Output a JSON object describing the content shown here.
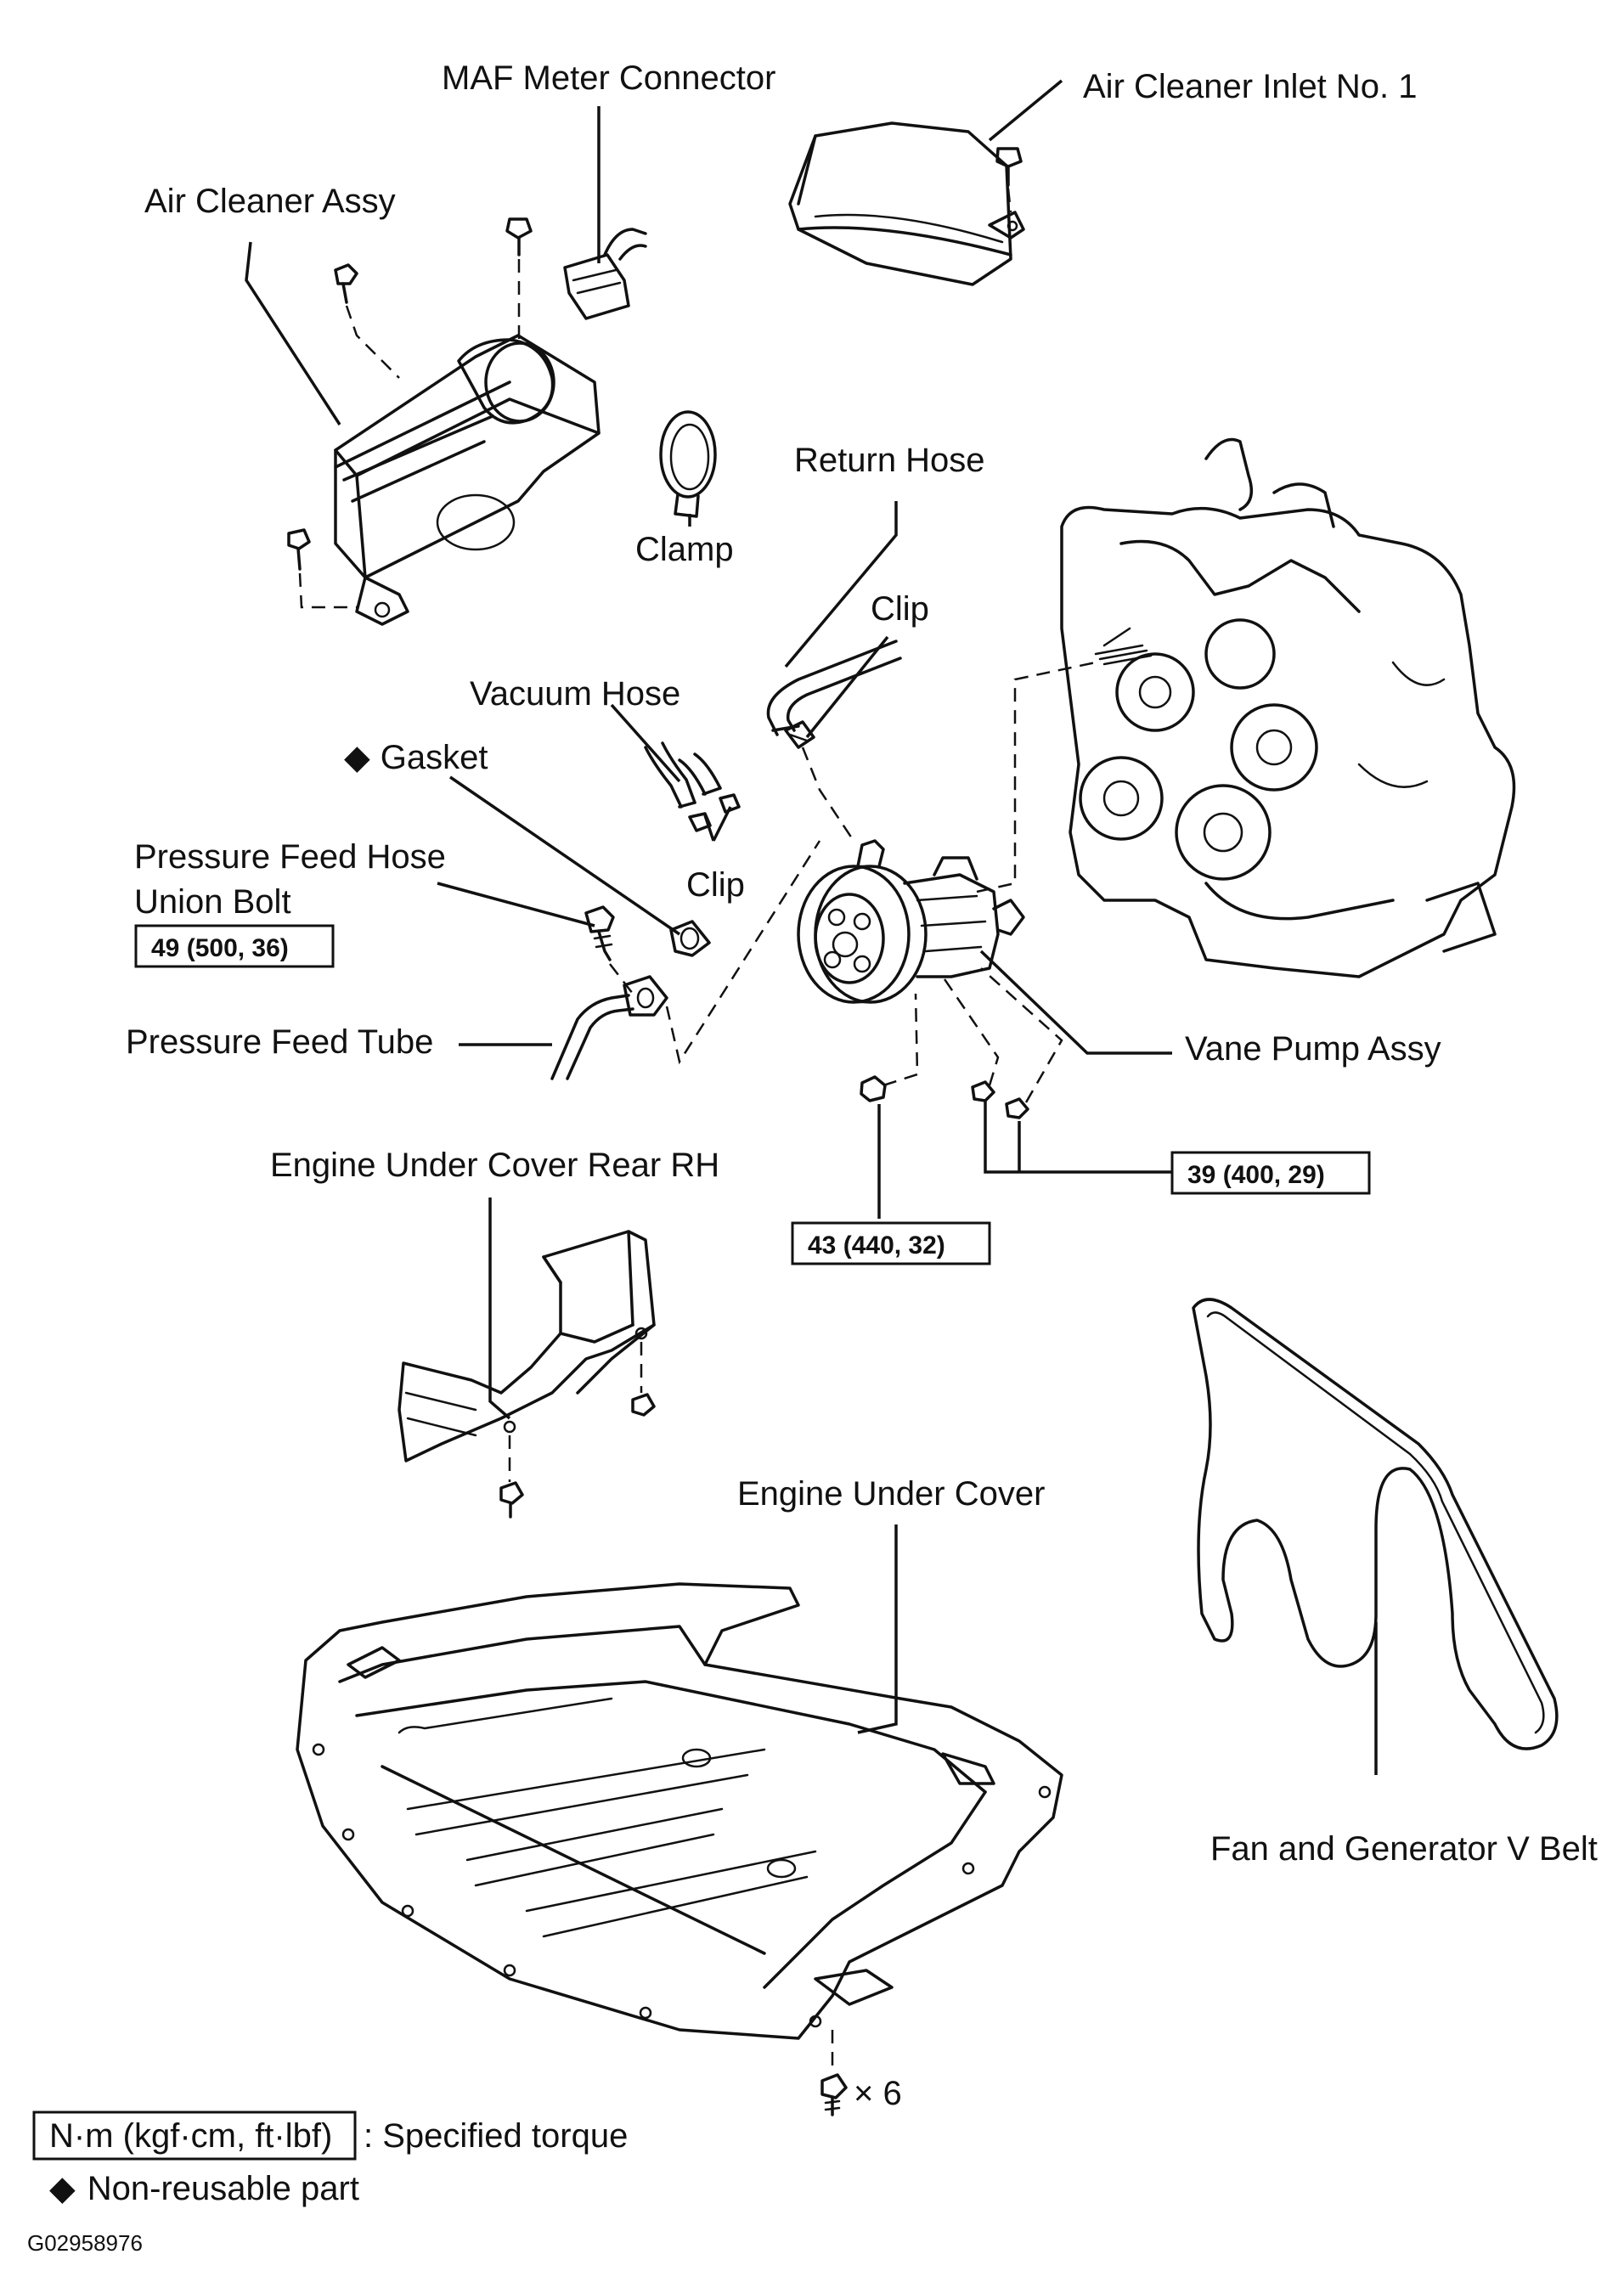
{
  "labels": {
    "maf_meter_connector": "MAF Meter Connector",
    "air_cleaner_inlet": "Air Cleaner Inlet No. 1",
    "air_cleaner_assy": "Air Cleaner Assy",
    "clamp": "Clamp",
    "return_hose": "Return Hose",
    "clip_return": "Clip",
    "vacuum_hose": "Vacuum Hose",
    "gasket": "Gasket",
    "clip_vacuum": "Clip",
    "pressure_feed_hose_line1": "Pressure Feed Hose",
    "pressure_feed_hose_line2": "Union Bolt",
    "pressure_feed_tube": "Pressure Feed Tube",
    "vane_pump_assy": "Vane Pump Assy",
    "engine_under_cover_rear_rh": "Engine Under Cover Rear RH",
    "engine_under_cover": "Engine Under Cover",
    "fan_generator_belt": "Fan and Generator V Belt",
    "bolt_count": "× 6"
  },
  "torques": {
    "union_bolt": "49 (500, 36)",
    "pump_bolts": "39 (400, 29)",
    "pump_nut": "43 (440, 32)"
  },
  "legend": {
    "torque_unit": "N·m (kgf·cm, ft·lbf)",
    "torque_desc": ": Specified torque",
    "nonreusable_symbol": "◆",
    "nonreusable_desc": "Non-reusable part"
  },
  "figure_id": "G02958976",
  "colors": {
    "line": "#111111",
    "background": "#ffffff"
  },
  "icons": {
    "nonreusable": "diamond-icon",
    "bolt": "bolt-icon"
  }
}
